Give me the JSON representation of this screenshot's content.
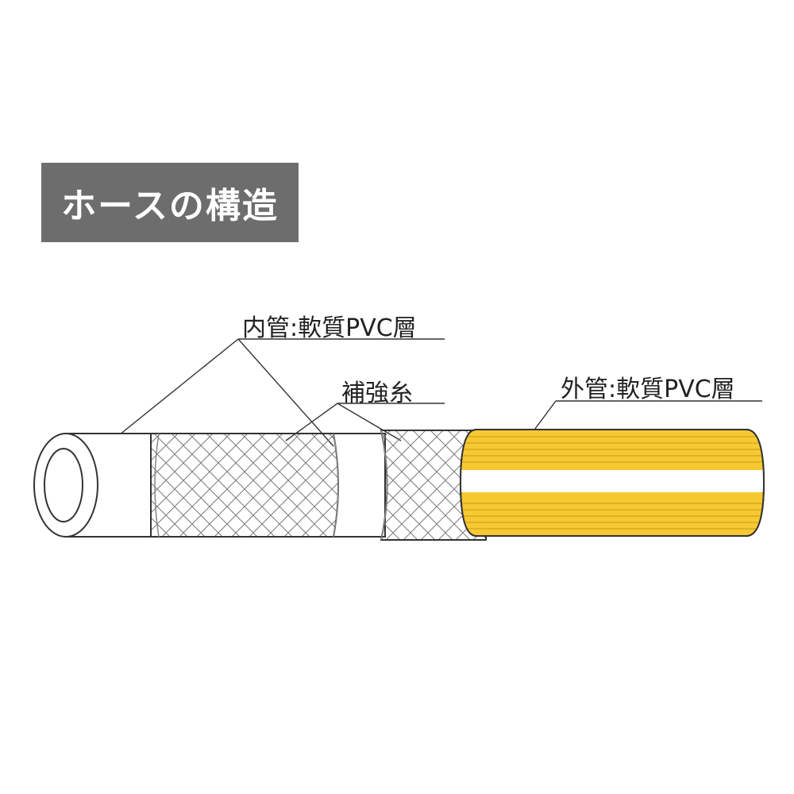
{
  "title": "ホースの構造",
  "labels": {
    "inner": "内管:軟質PVC層",
    "reinforcement": "補強糸",
    "outer": "外管:軟質PVC層"
  },
  "colors": {
    "title_bg": "#6d6d6d",
    "outer_yellow": "#f6c933",
    "stripe": "#ffffff",
    "line": "#333333"
  }
}
